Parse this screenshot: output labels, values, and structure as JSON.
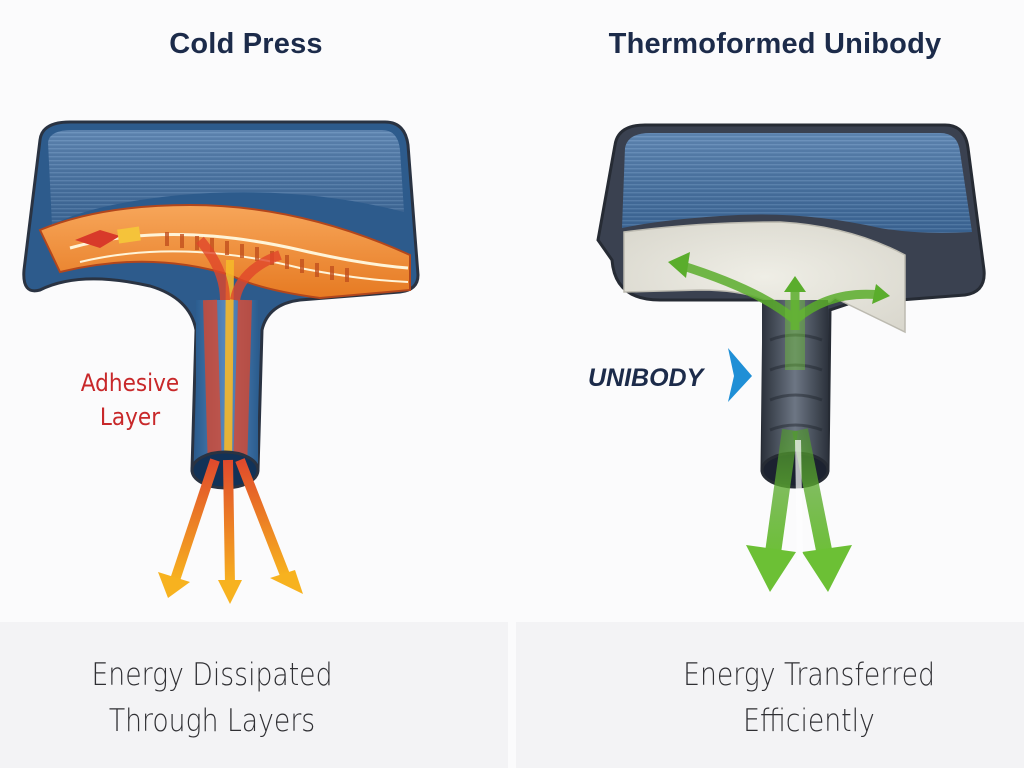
{
  "left": {
    "title": "Cold Press",
    "label_line1": "Adhesive",
    "label_line2": "Layer",
    "caption_line1": "Energy Dissipated",
    "caption_line2": "Through Layers"
  },
  "right": {
    "title": "Thermoformed Unibody",
    "label": "UNIBODY",
    "caption_line1": "Energy Transferred",
    "caption_line2": "Efficiently"
  },
  "colors": {
    "title": "#1c2b4a",
    "face": "#3d6a9e",
    "edge": "#3a4150",
    "adhesive_label": "#c8282a",
    "unibody_label": "#1c2b4a",
    "unibody_pointer": "#1f8fd6",
    "energy_warm": "#f0a020",
    "energy_green": "#5cb82e"
  }
}
